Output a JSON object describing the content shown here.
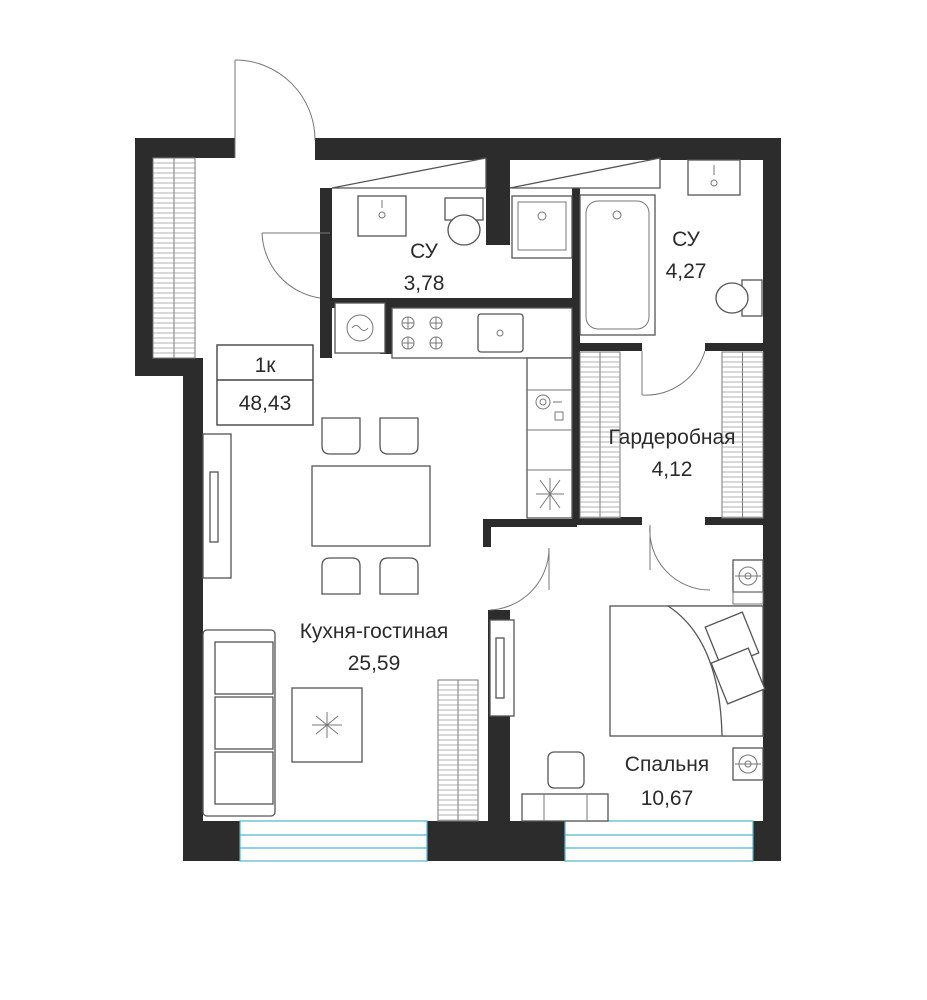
{
  "apartment": {
    "type": "1к",
    "area": "48,43"
  },
  "rooms": {
    "bathroom1": {
      "name": "СУ",
      "area": "3,78"
    },
    "bathroom2": {
      "name": "СУ",
      "area": "4,27"
    },
    "wardrobe": {
      "name": "Гардеробная",
      "area": "4,12"
    },
    "kitchen_living": {
      "name": "Кухня-гостиная",
      "area": "25,59"
    },
    "bedroom": {
      "name": "Спальня",
      "area": "10,67"
    }
  },
  "colors": {
    "wall": "#2c2c2c",
    "window_glass": "#4fb6c9",
    "fixture_line": "#555555"
  }
}
